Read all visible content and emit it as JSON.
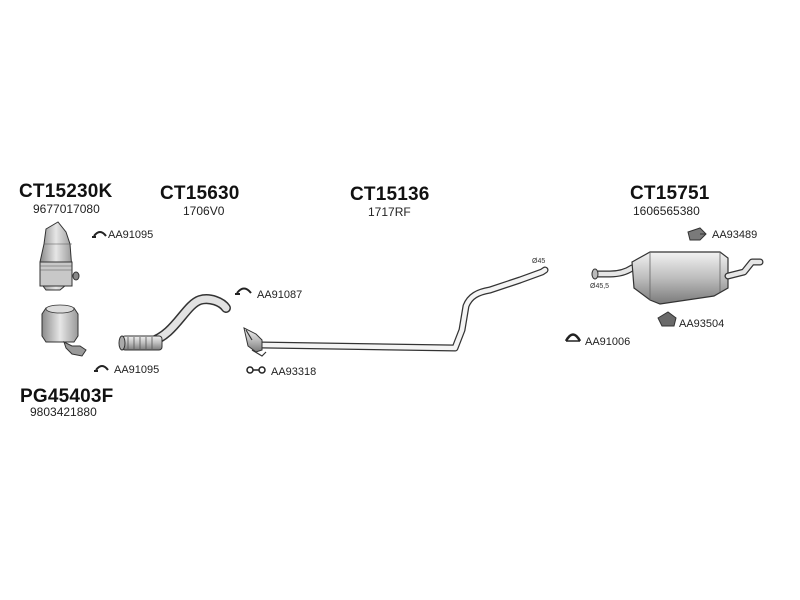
{
  "parts": {
    "cat1": {
      "code": "CT15230K",
      "ref": "9677017080"
    },
    "pipe": {
      "code": "CT15630",
      "ref": "1706V0"
    },
    "middle": {
      "code": "CT15136",
      "ref": "1717RF"
    },
    "rear": {
      "code": "CT15751",
      "ref": "1606565380"
    },
    "cat2": {
      "code": "PG45403F",
      "ref": "9803421880"
    }
  },
  "accessories": {
    "clamp1": "AA91095",
    "clamp2": "AA91095",
    "clamp3": "AA91087",
    "clamp4": "AA91006",
    "rubber1": "AA93318",
    "mount1": "AA93489",
    "mount2": "AA93504"
  },
  "diameters": {
    "d1": "Ø45",
    "d2": "Ø45,5"
  }
}
